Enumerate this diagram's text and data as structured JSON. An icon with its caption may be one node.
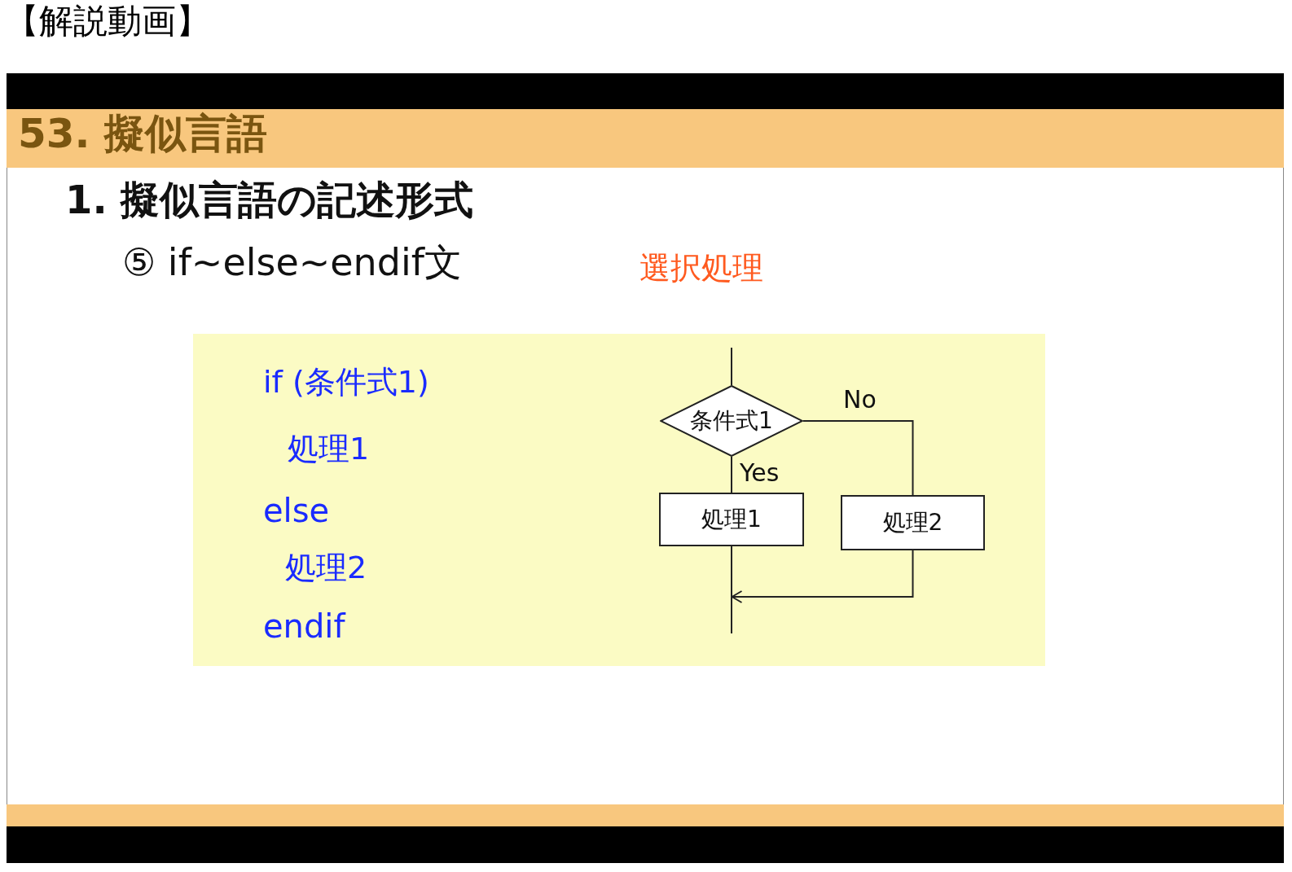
{
  "diagram": {
    "title": "53. 擬似言語",
    "nodes": [
      {
        "text": [
          "条件式1"
        ]
      },
      {
        "text": [
          "処理1"
        ]
      },
      {
        "text": [
          "処理2"
        ]
      }
    ],
    "edges": [
      {
        "from": null,
        "to": 0,
        "arrow": "none"
      },
      {
        "from": 0,
        "to": 1,
        "arrow": "none",
        "label": "Yes"
      },
      {
        "from": 0,
        "to": 2,
        "arrow": "none",
        "label": "No"
      },
      {
        "from": 1,
        "to": null,
        "arrow": "none"
      },
      {
        "from": 2,
        "to": null,
        "arrow": "to"
      }
    ],
    "labels": [
      "【解説動画】",
      "1. 擬似言語の記述形式",
      "⑤ if~else~endif文",
      "選択処理",
      "if (条件式1)",
      "処理1",
      "else",
      "処理2",
      "endif"
    ]
  }
}
